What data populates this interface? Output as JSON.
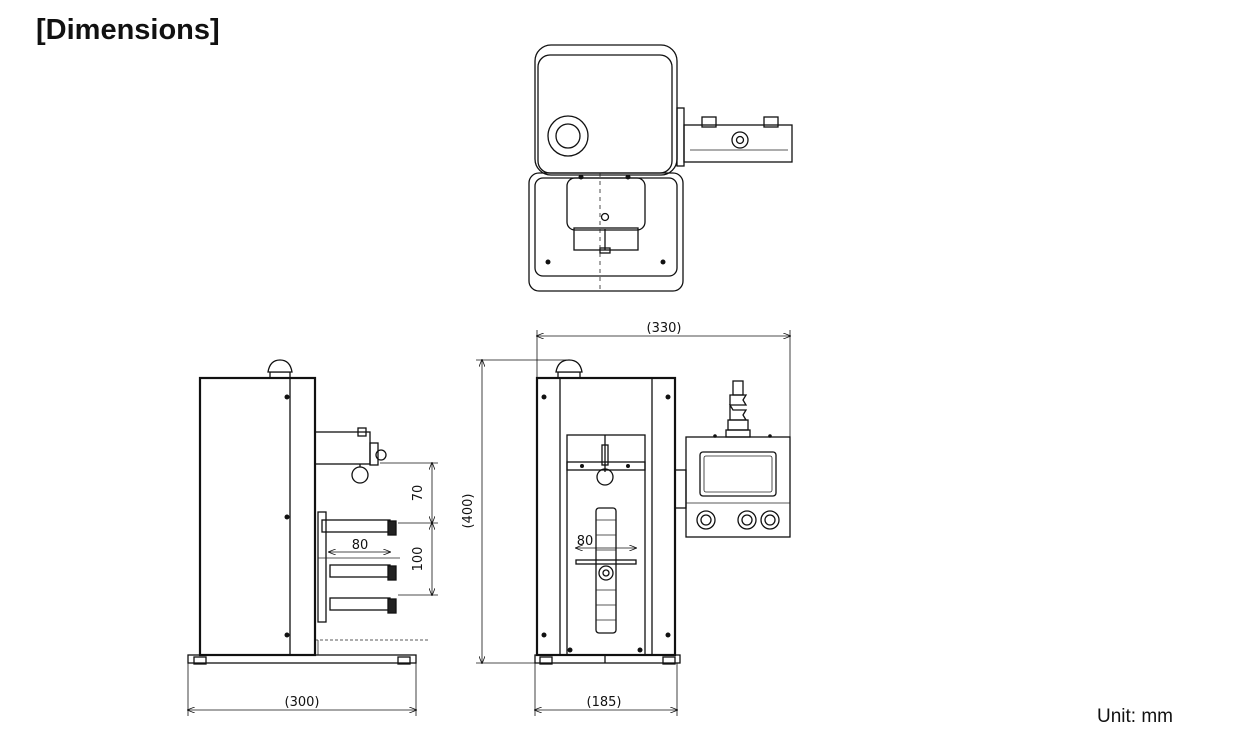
{
  "heading": "[Dimensions]",
  "unit_note": "Unit: mm",
  "dimensions": {
    "overall_width": "(330)",
    "height": "(400)",
    "depth": "(300)",
    "front_width": "(185)",
    "side_arm_spacing_upper": "70",
    "side_arm_spacing_lower": "100",
    "side_arm_length": "80",
    "front_arm_length": "80"
  }
}
